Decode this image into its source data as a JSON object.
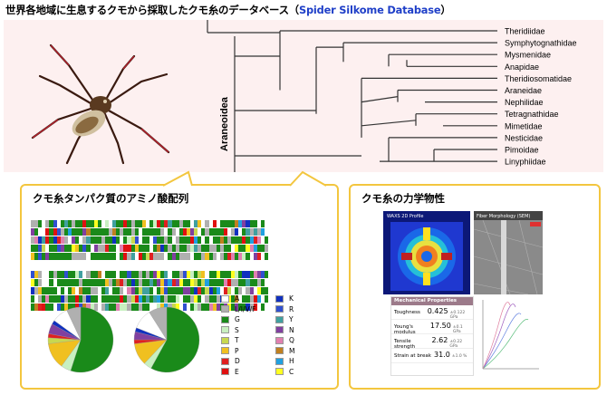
{
  "header": {
    "title_prefix": "世界各地域に生息するクモから採取したクモ糸のデータベース（",
    "title_highlight": "Spider Silkome Database",
    "title_suffix": "）"
  },
  "tree": {
    "clade": "Araneoidea",
    "families": [
      "Theridiidae",
      "Symphytognathidae",
      "Mysmenidae",
      "Anapidae",
      "Theridiosomatidae",
      "Araneidae",
      "Nephilidae",
      "Tetragnathidae",
      "Mimetidae",
      "Nesticidae",
      "Pimoidae",
      "Linyphiidae"
    ]
  },
  "amino_panel": {
    "title": "クモ糸タンパク質のアミノ酸配列"
  },
  "legend": [
    {
      "label": "A",
      "color": "#ffffff"
    },
    {
      "label": "L/I/V/F",
      "color": "#b0b0b0"
    },
    {
      "label": "G",
      "color": "#1a8a1a"
    },
    {
      "label": "S",
      "color": "#c8f0c0"
    },
    {
      "label": "T",
      "color": "#c8d850"
    },
    {
      "label": "P",
      "color": "#f0c020"
    },
    {
      "label": "D",
      "color": "#e02020"
    },
    {
      "label": "E",
      "color": "#e01010"
    },
    {
      "label": "K",
      "color": "#1030c0"
    },
    {
      "label": "R",
      "color": "#3050d0"
    },
    {
      "label": "Y",
      "color": "#40a0a0"
    },
    {
      "label": "N",
      "color": "#8040a0"
    },
    {
      "label": "Q",
      "color": "#e080b0"
    },
    {
      "label": "M",
      "color": "#c08020"
    },
    {
      "label": "H",
      "color": "#20a0e0"
    },
    {
      "label": "C",
      "color": "#ffff20"
    }
  ],
  "pies": [
    [
      {
        "c": "#1a8a1a",
        "v": 0.55
      },
      {
        "c": "#c8f0c0",
        "v": 0.05
      },
      {
        "c": "#f0c020",
        "v": 0.13
      },
      {
        "c": "#c8d850",
        "v": 0.03
      },
      {
        "c": "#e02020",
        "v": 0.02
      },
      {
        "c": "#8040a0",
        "v": 0.05
      },
      {
        "c": "#1030c0",
        "v": 0.02
      },
      {
        "c": "#ffffff",
        "v": 0.08
      },
      {
        "c": "#b0b0b0",
        "v": 0.07
      }
    ],
    [
      {
        "c": "#1a8a1a",
        "v": 0.58
      },
      {
        "c": "#c8f0c0",
        "v": 0.04
      },
      {
        "c": "#f0c020",
        "v": 0.11
      },
      {
        "c": "#e02020",
        "v": 0.02
      },
      {
        "c": "#8040a0",
        "v": 0.04
      },
      {
        "c": "#1030c0",
        "v": 0.02
      },
      {
        "c": "#ffffff",
        "v": 0.1
      },
      {
        "c": "#b0b0b0",
        "v": 0.09
      }
    ]
  ],
  "mech_panel": {
    "title": "クモ糸の力学物性",
    "waxs_label": "WAXS 2D Profile",
    "sem_label": "Fiber Morphology (SEM)",
    "props_header": "Mechanical Properties",
    "props": [
      {
        "name": "Toughness",
        "value": "0.425",
        "unit": "±0.122 GPa"
      },
      {
        "name": "Young's modulus",
        "value": "17.50",
        "unit": "±0.1 GPa"
      },
      {
        "name": "Tensile strength",
        "value": "2.62",
        "unit": "±0.22 GPa"
      },
      {
        "name": "Strain at break",
        "value": "31.0",
        "unit": "±1.0 %"
      }
    ]
  }
}
